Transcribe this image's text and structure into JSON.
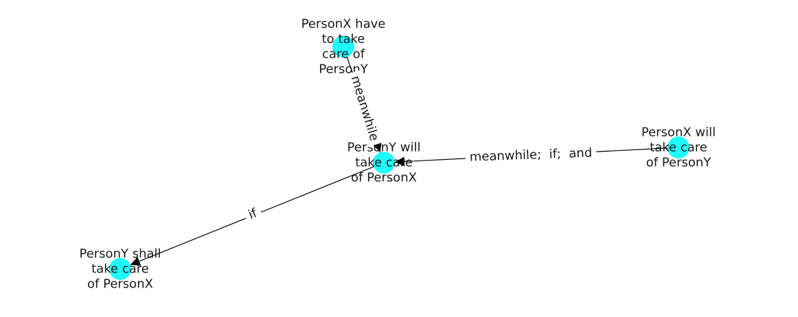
{
  "graph": {
    "node_color": "#1efcfc",
    "edge_color": "#000000",
    "nodes": [
      {
        "id": "n_have",
        "lines": [
          "PersonX have",
          "to take",
          "care of",
          "PersonY"
        ]
      },
      {
        "id": "n_will_y",
        "lines": [
          "PersonY will",
          "take care",
          "of PersonX"
        ]
      },
      {
        "id": "n_will_x",
        "lines": [
          "PersonX will",
          "take care",
          "of PersonY"
        ]
      },
      {
        "id": "n_shall",
        "lines": [
          "PersonY shall",
          "take care",
          "of PersonX"
        ]
      }
    ],
    "edges": [
      {
        "id": "e_meanwhile",
        "source": "n_have",
        "target": "n_will_y",
        "label": "meanwhile"
      },
      {
        "id": "e_multi",
        "source": "n_will_x",
        "target": "n_will_y",
        "label": "meanwhile;  if;  and"
      },
      {
        "id": "e_if",
        "source": "n_will_y",
        "target": "n_shall",
        "label": "if"
      }
    ]
  }
}
